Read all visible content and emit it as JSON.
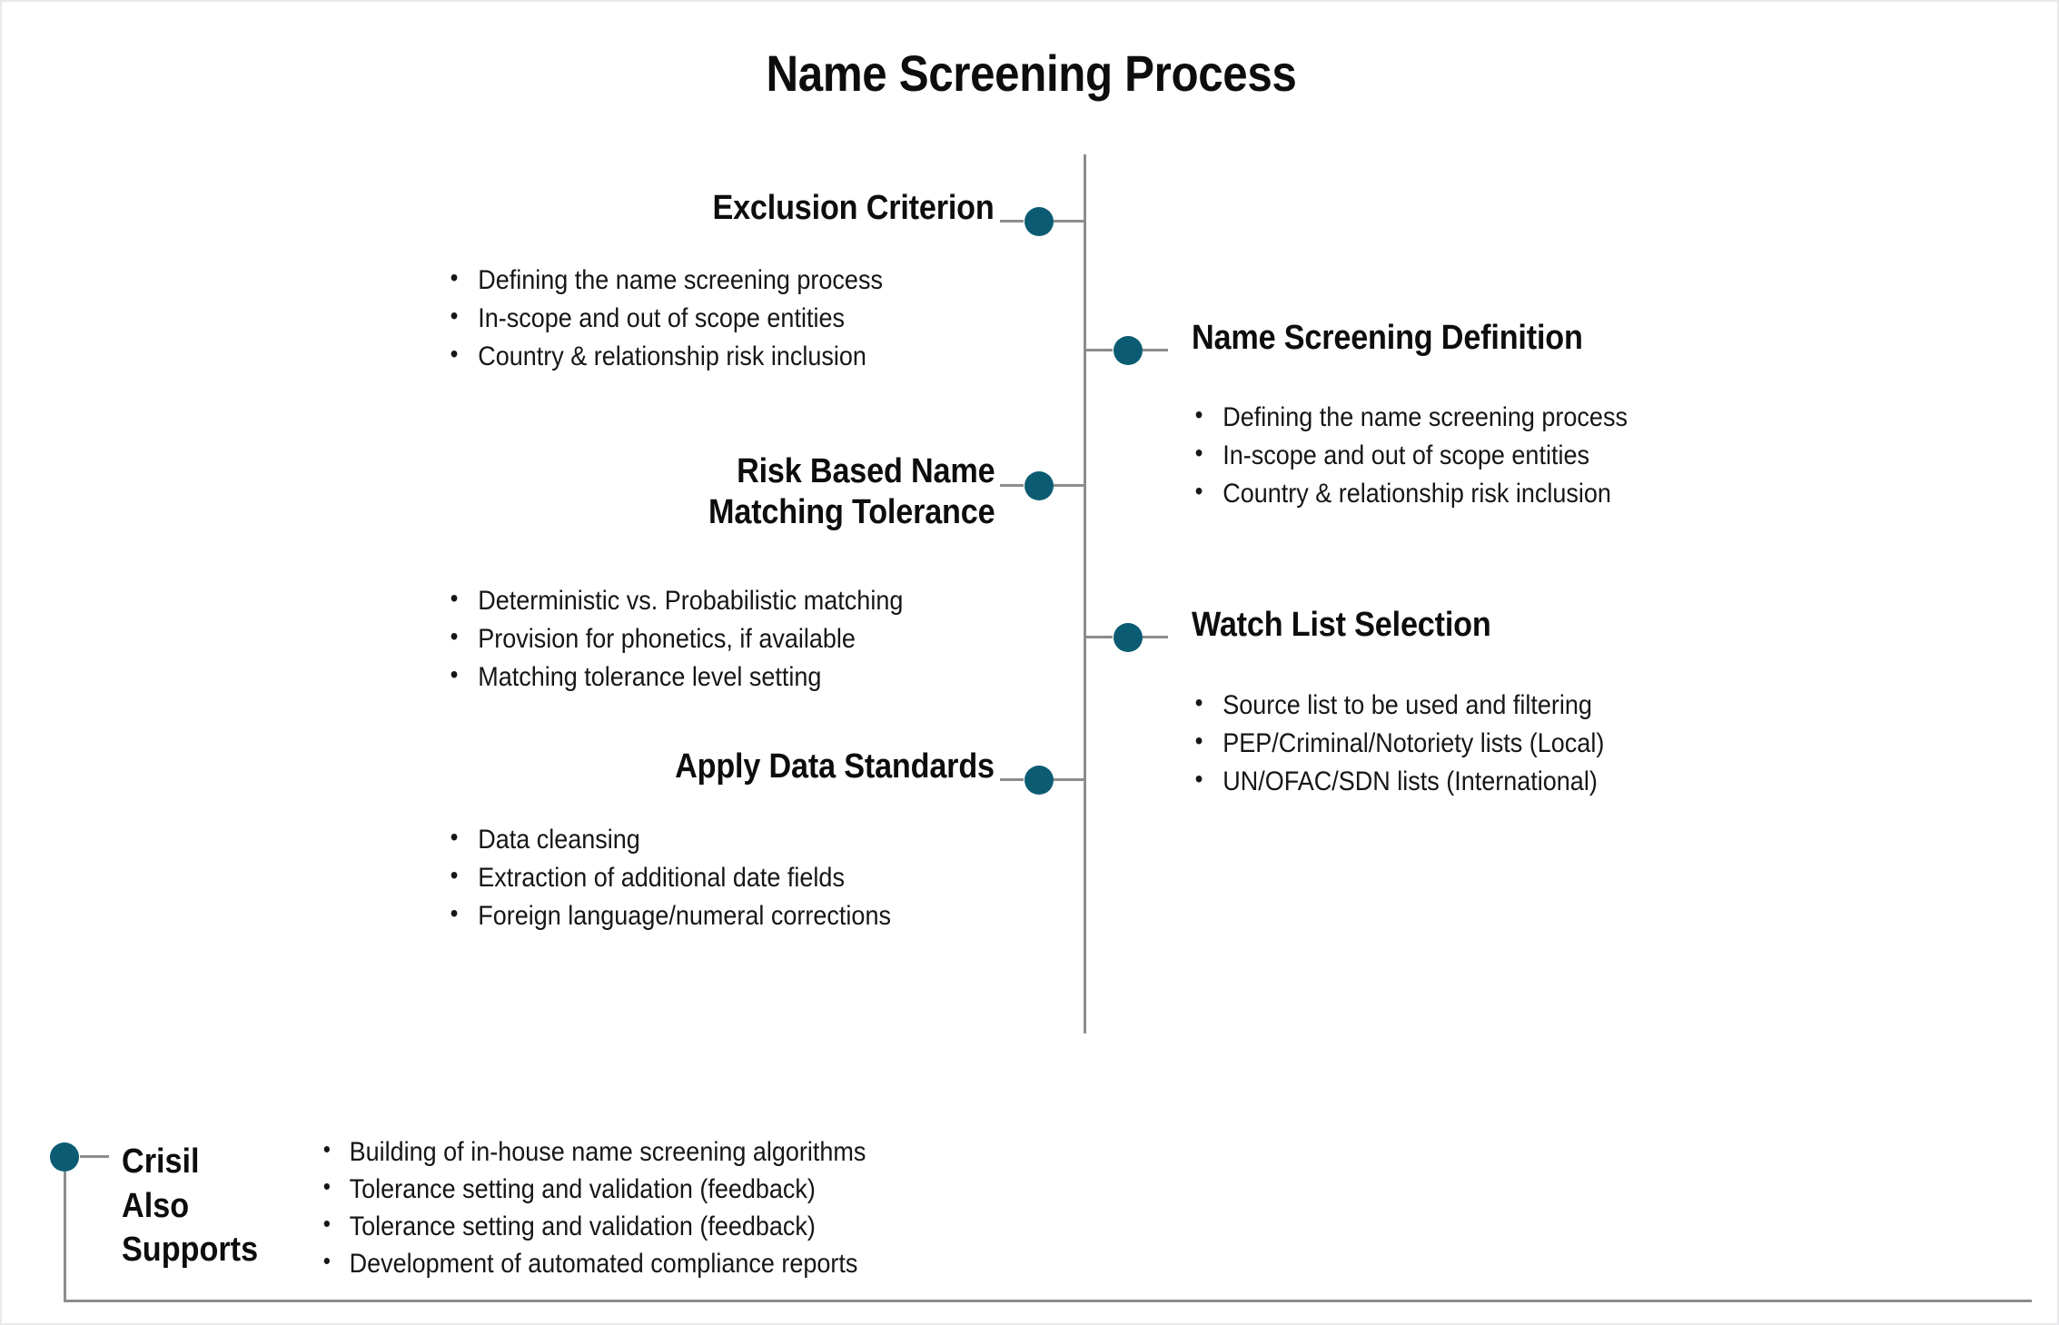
{
  "page": {
    "title": "Name Screening Process",
    "accent_color": "#0b5c73",
    "line_color": "#8b8c8e",
    "text_color": "#161616",
    "background": "#ffffff"
  },
  "timeline": {
    "left_items": [
      {
        "id": "exclusion-criterion",
        "title": "Exclusion Criterion",
        "bullets": [
          "Defining the name screening process",
          "In-scope and out of scope entities",
          "Country & relationship risk inclusion"
        ]
      },
      {
        "id": "risk-based-name-matching-tolerance",
        "title_line1": "Risk Based Name",
        "title_line2": "Matching Tolerance",
        "bullets": [
          "Deterministic vs. Probabilistic matching",
          "Provision for phonetics, if available",
          "Matching tolerance level setting"
        ]
      },
      {
        "id": "apply-data-standards",
        "title": "Apply Data Standards",
        "bullets": [
          "Data cleansing",
          "Extraction of additional date fields",
          "Foreign language/numeral corrections"
        ]
      }
    ],
    "right_items": [
      {
        "id": "name-screening-definition",
        "title": "Name Screening Definition",
        "bullets": [
          "Defining the name screening process",
          "In-scope and out of scope entities",
          "Country & relationship risk inclusion"
        ]
      },
      {
        "id": "watch-list-selection",
        "title": "Watch List Selection",
        "bullets": [
          "Source list to be used and filtering",
          "PEP/Criminal/Notoriety lists (Local)",
          "UN/OFAC/SDN lists (International)"
        ]
      }
    ]
  },
  "footer": {
    "label_line1": "Crisil",
    "label_line2": "Also",
    "label_line3": "Supports",
    "bullets": [
      "Building of in-house name screening algorithms",
      "Tolerance setting and validation (feedback)",
      "Tolerance setting and validation (feedback)",
      "Development of automated compliance reports"
    ]
  }
}
